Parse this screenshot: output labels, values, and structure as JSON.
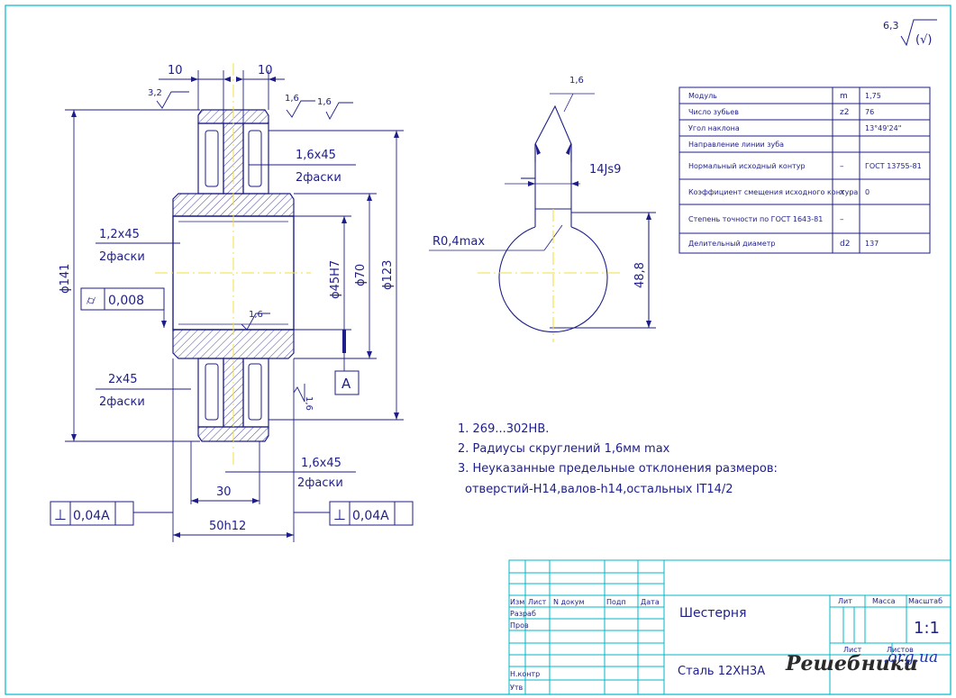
{
  "roughness": {
    "general": "6,3",
    "suffix": "(√)"
  },
  "dims": {
    "w10a": "10",
    "w10b": "10",
    "r32": "3,2",
    "r16a": "1,6",
    "r16b": "1,6",
    "r16c": "1,6",
    "r16d": "1,6",
    "r16e": "1,6",
    "ch1": "1,6x45",
    "ch1b": "2фаски",
    "ch2": "1,2x45",
    "ch2b": "2фаски",
    "ch3": "2x45",
    "ch3b": "2фаски",
    "ch4": "1,6x45",
    "ch4b": "2фаски",
    "d141": "ϕ141",
    "d45": "ϕ45H7",
    "d70": "ϕ70",
    "d123": "ϕ123",
    "radial": "0,008",
    "w30": "30",
    "w50": "50h12",
    "perp1": "0,04A",
    "perp2": "0,04A",
    "datum": "A",
    "key_width": "14Js9",
    "key_r": "R0,4max",
    "key_h": "48,8"
  },
  "params": [
    {
      "name": "Модуль",
      "sym": "m",
      "val": "1,75"
    },
    {
      "name": "Число зубьев",
      "sym": "z2",
      "val": "76"
    },
    {
      "name": "Угол наклона",
      "sym": "",
      "val": "13°49'24\""
    },
    {
      "name": "Направление линии зуба",
      "sym": "",
      "val": ""
    },
    {
      "name": "Нормальный исходный контур",
      "sym": "–",
      "val": "ГОСТ 13755-81"
    },
    {
      "name": "Коэффициент смещения исходного контура",
      "sym": "x",
      "val": "0"
    },
    {
      "name": "Степень точности по ГОСТ 1643-81",
      "sym": "–",
      "val": ""
    },
    {
      "name": "Делительный диаметр",
      "sym": "d2",
      "val": "137"
    }
  ],
  "notes": [
    "1. 269...302HB.",
    "2. Радиусы скруглений 1,6мм max",
    "3. Неуказанные предельные отклонения размеров:",
    "отверстий-H14,валов-h14,остальных IT14/2"
  ],
  "title": {
    "name": "Шестерня",
    "material": "Сталь 12ХН3А",
    "cols": [
      "Изм",
      "Лист",
      "N докум",
      "Подп",
      "Дата"
    ],
    "rows": [
      "Разраб",
      "Пров",
      "Н.контр",
      "Утв"
    ],
    "lit": "Лит",
    "mass": "Масса",
    "scale_h": "Масштаб",
    "scale": "1:1",
    "sheet": "Лист",
    "sheets": "Листов"
  },
  "watermark": {
    "name": "Решебники",
    "org": ".org.ua"
  }
}
